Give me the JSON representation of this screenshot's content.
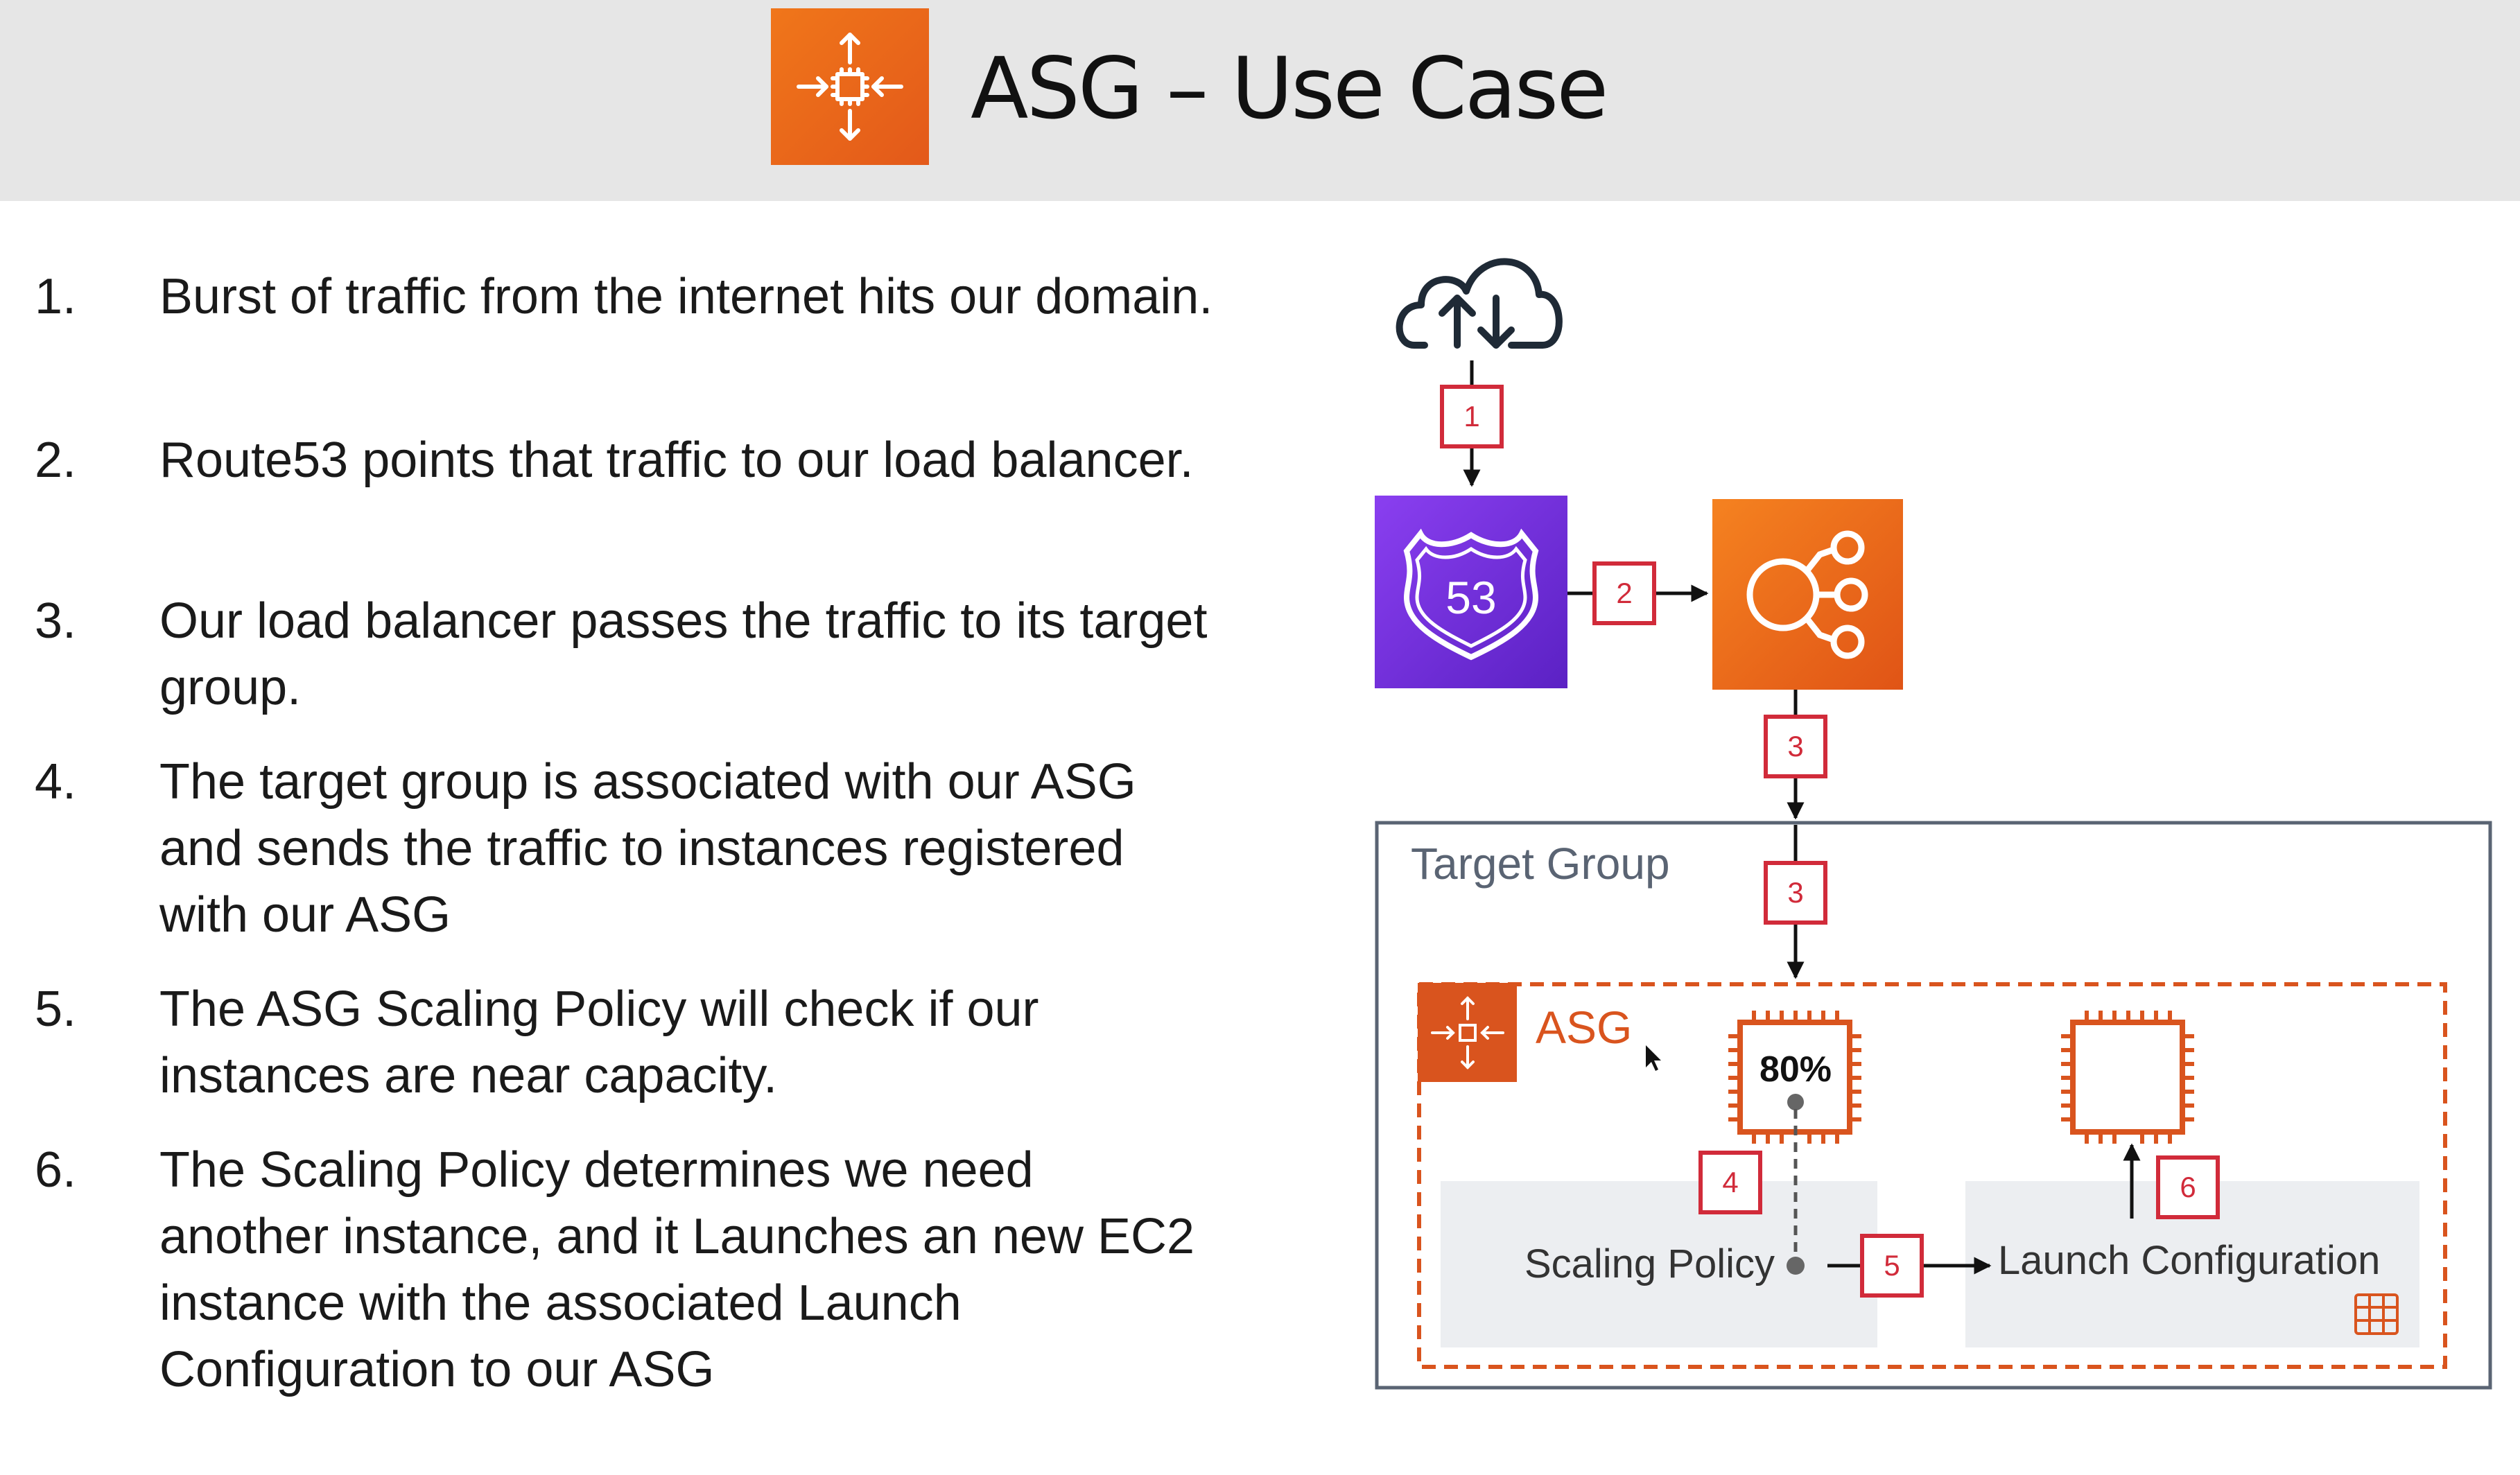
{
  "header": {
    "title": "ASG – Use Case",
    "logo_icon": "auto-scaling-icon",
    "background": "#e6e6e6"
  },
  "steps": [
    {
      "number": "1.",
      "text": "Burst of traffic from the internet hits our domain."
    },
    {
      "number": "2.",
      "text": "Route53 points that traffic to our load balancer."
    },
    {
      "number": "3.",
      "text": "Our load balancer passes the traffic to its target group."
    },
    {
      "number": "4.",
      "text": "The target group is associated with our ASG and sends the traffic to instances registered with our ASG"
    },
    {
      "number": "5.",
      "text": "The ASG Scaling Policy will check if our instances are near capacity."
    },
    {
      "number": "6.",
      "text": "The Scaling Policy determines we need another instance, and it Launches an new EC2 instance with the associated Launch Configuration to our ASG"
    }
  ],
  "diagram": {
    "internet_icon": "cloud-upload-download-icon",
    "route53": {
      "icon": "route53-shield-icon",
      "label": "53",
      "color": "#7a34e0"
    },
    "load_balancer": {
      "icon": "load-balancer-icon",
      "color": "#ee6c1a"
    },
    "badges": [
      "1",
      "2",
      "3",
      "3",
      "4",
      "5",
      "6"
    ],
    "target_group_label": "Target Group",
    "asg_label": "ASG",
    "cpu_utilization": "80%",
    "scaling_policy_label": "Scaling Policy",
    "launch_configuration_label": "Launch Configuration",
    "colors": {
      "badge": "#d12b3a",
      "asg_orange": "#d9541e",
      "target_group_border": "#5a6473",
      "target_group_text": "#5a6473",
      "panel_fill": "#eceef1"
    }
  }
}
